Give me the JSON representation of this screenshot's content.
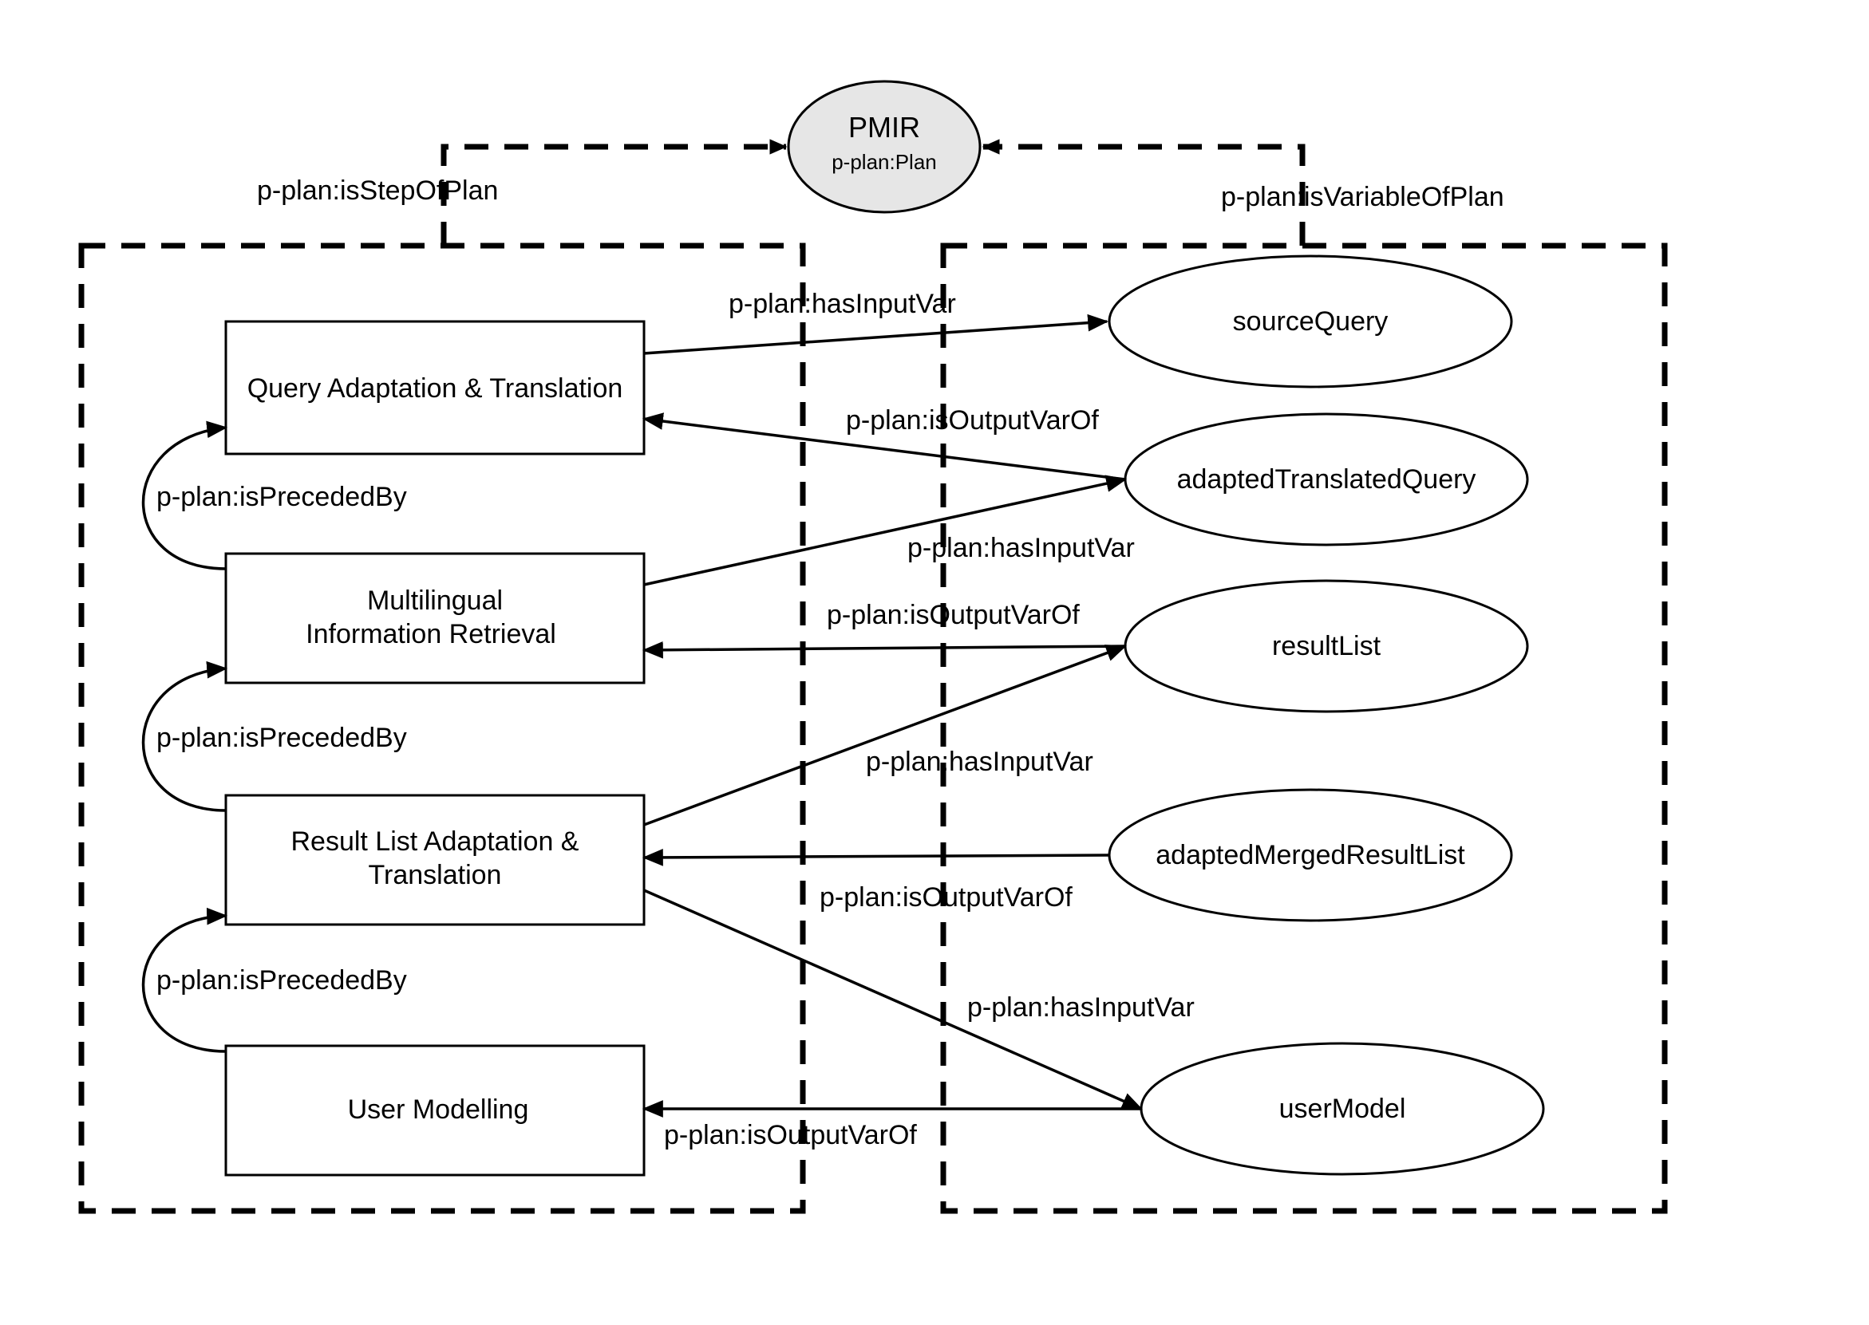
{
  "plan": {
    "name": "PMIR",
    "type": "p-plan:Plan"
  },
  "steps": {
    "query_adaptation": [
      "Query Adaptation & Translation"
    ],
    "mlir": [
      "Multilingual",
      "Information Retrieval"
    ],
    "result_list": [
      "Result List Adaptation &",
      "Translation"
    ],
    "user_modelling": [
      "User Modelling"
    ]
  },
  "variables": {
    "source_query": "sourceQuery",
    "adapted_translated_query": "adaptedTranslatedQuery",
    "result_list": "resultList",
    "adapted_merged_result_list": "adaptedMergedResultList",
    "user_model": "userModel"
  },
  "relations": {
    "is_step_of_plan": "p-plan:isStepOfPlan",
    "is_variable_of_plan": "p-plan:isVariableOfPlan",
    "is_preceded_by": "p-plan:isPrecededBy",
    "has_input_var": "p-plan:hasInputVar",
    "is_output_var_of": "p-plan:isOutputVarOf"
  },
  "colors": {
    "stroke": "#000000",
    "plan_fill": "#e6e6e6",
    "background": "#ffffff"
  }
}
